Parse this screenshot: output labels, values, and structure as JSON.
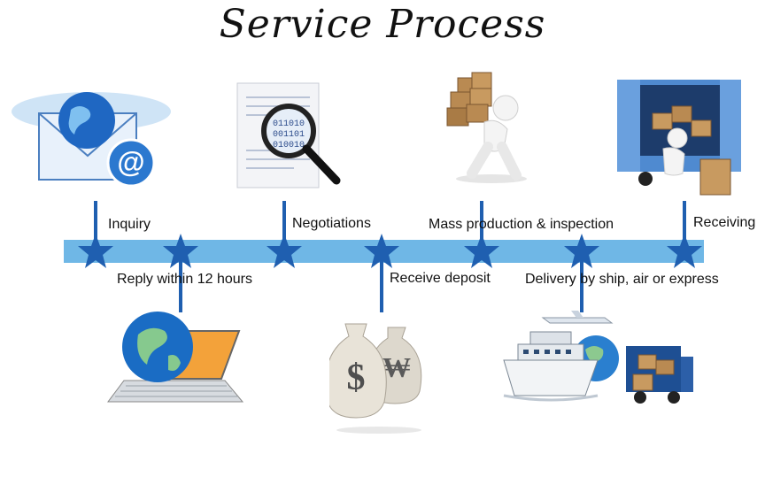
{
  "title": "Service Process",
  "steps_top": [
    {
      "label": "Inquiry"
    },
    {
      "label": "Negotiations"
    },
    {
      "label": "Mass production & inspection"
    },
    {
      "label": "Receiving"
    }
  ],
  "steps_bottom": [
    {
      "label": "Reply within 12 hours"
    },
    {
      "label": "Receive deposit"
    },
    {
      "label": "Delivery by ship, air or express"
    }
  ],
  "colors": {
    "timeline_bar": "#6fb7e6",
    "marker": "#1f5fb0"
  },
  "illustrations": {
    "inquiry": "email-globe-icon",
    "negotiations": "magnifier-document-icon",
    "production": "worker-carrying-boxes-icon",
    "receiving": "truck-unloading-icon",
    "reply": "laptop-globe-icon",
    "deposit": "money-bags-icon",
    "delivery": "ship-plane-truck-icon",
    "money_symbols": [
      "$",
      "₩"
    ]
  }
}
